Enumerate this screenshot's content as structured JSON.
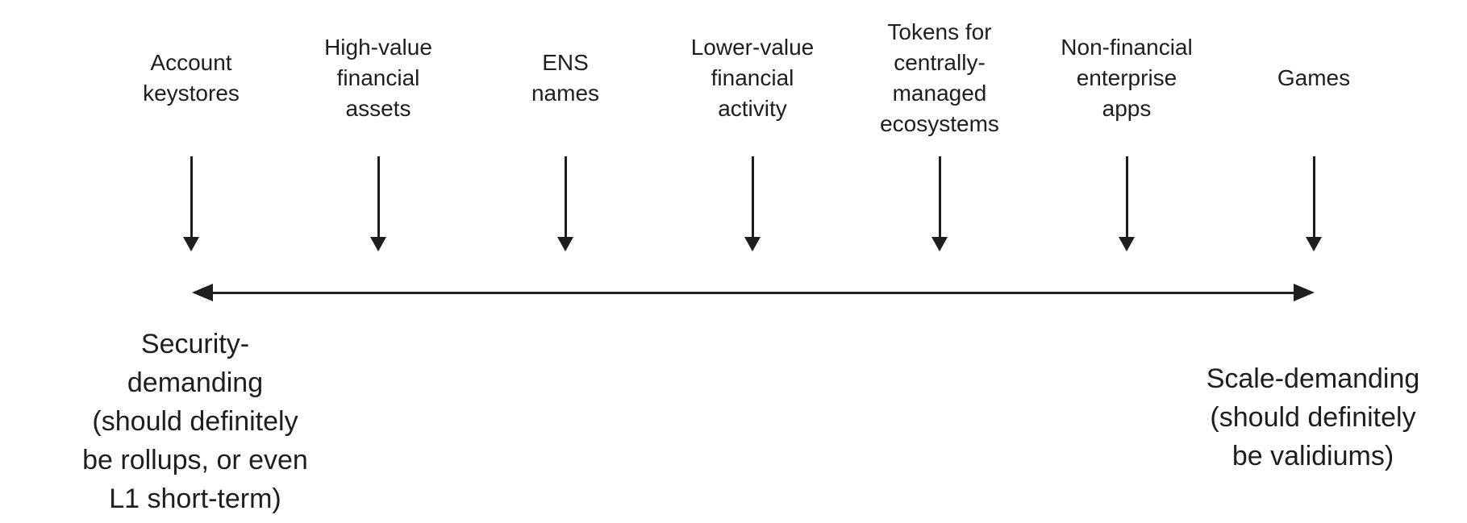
{
  "diagram": {
    "items": [
      {
        "label": "Account\nkeystores"
      },
      {
        "label": "High-value\nfinancial\nassets"
      },
      {
        "label": "ENS\nnames"
      },
      {
        "label": "Lower-value\nfinancial\nactivity"
      },
      {
        "label": "Tokens for\ncentrally-\nmanaged\necosystems"
      },
      {
        "label": "Non-financial\nenterprise\napps"
      },
      {
        "label": "Games"
      }
    ],
    "axis": {
      "left_end_label": "Security-\ndemanding\n(should definitely\nbe rollups, or even\nL1 short-term)",
      "right_end_label": "Scale-demanding\n(should definitely\nbe validiums)"
    },
    "colors": {
      "ink": "#1e1e1e",
      "background": "#ffffff"
    }
  }
}
